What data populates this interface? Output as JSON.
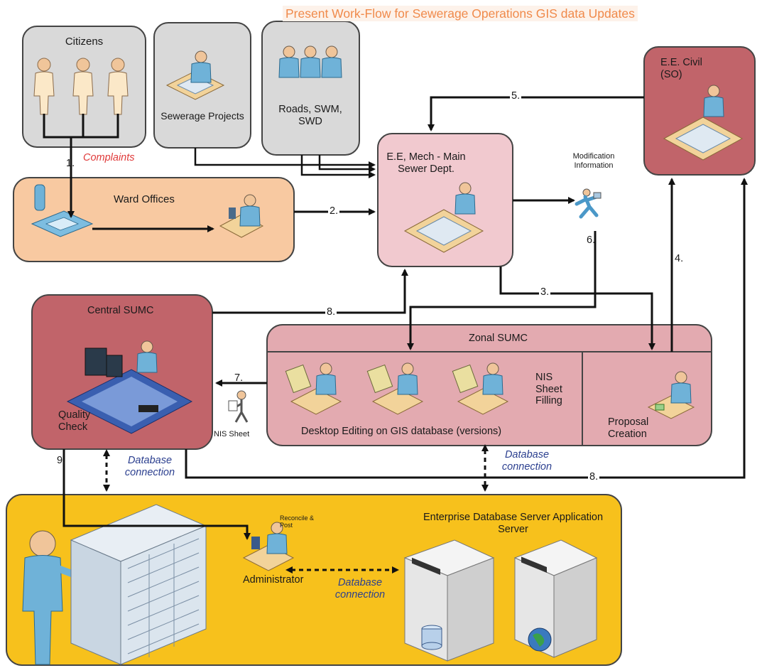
{
  "title": "Present Work-Flow for Sewerage Operations GIS data Updates",
  "nodes": {
    "citizens": "Citizens",
    "sewerage_projects": "Sewerage Projects",
    "roads": "Roads, SWM, SWD",
    "ee_civil": "E.E. Civil (SO)",
    "ward_offices": "Ward Offices",
    "ee_mech": "E.E, Mech - Main Sewer Dept.",
    "modification_info": "Modification Information",
    "central_sumc": "Central SUMC",
    "quality_check": "Quality Check",
    "zonal_sumc": "Zonal SUMC",
    "nis_filling": "NIS Sheet Filling",
    "desktop_editing": "Desktop Editing on GIS database (versions)",
    "proposal_creation": "Proposal Creation",
    "nis_sheet": "NIS Sheet",
    "server": "Enterprise Database Server Application Server",
    "administrator": "Administrator",
    "reconcile": "Reconcile & Post"
  },
  "labels": {
    "complaints": "Complaints",
    "db_connection_1": "Database connection",
    "db_connection_2": "Database connection",
    "db_connection_3": "Database connection"
  },
  "steps": {
    "s1": "1.",
    "s2": "2.",
    "s3": "3.",
    "s4": "4.",
    "s5": "5.",
    "s6": "6.",
    "s7": "7.",
    "s8a": "8.",
    "s8b": "8.",
    "s9": "9."
  },
  "colors": {
    "grey_box": "#d9d9d9",
    "peach_box": "#f8c9a1",
    "pink_box": "#f1c9cf",
    "dark_red_box": "#c1646a",
    "zonal_box": "#e3aab0",
    "yellow_box": "#f7c11c",
    "title_orange": "#f08a4b"
  }
}
